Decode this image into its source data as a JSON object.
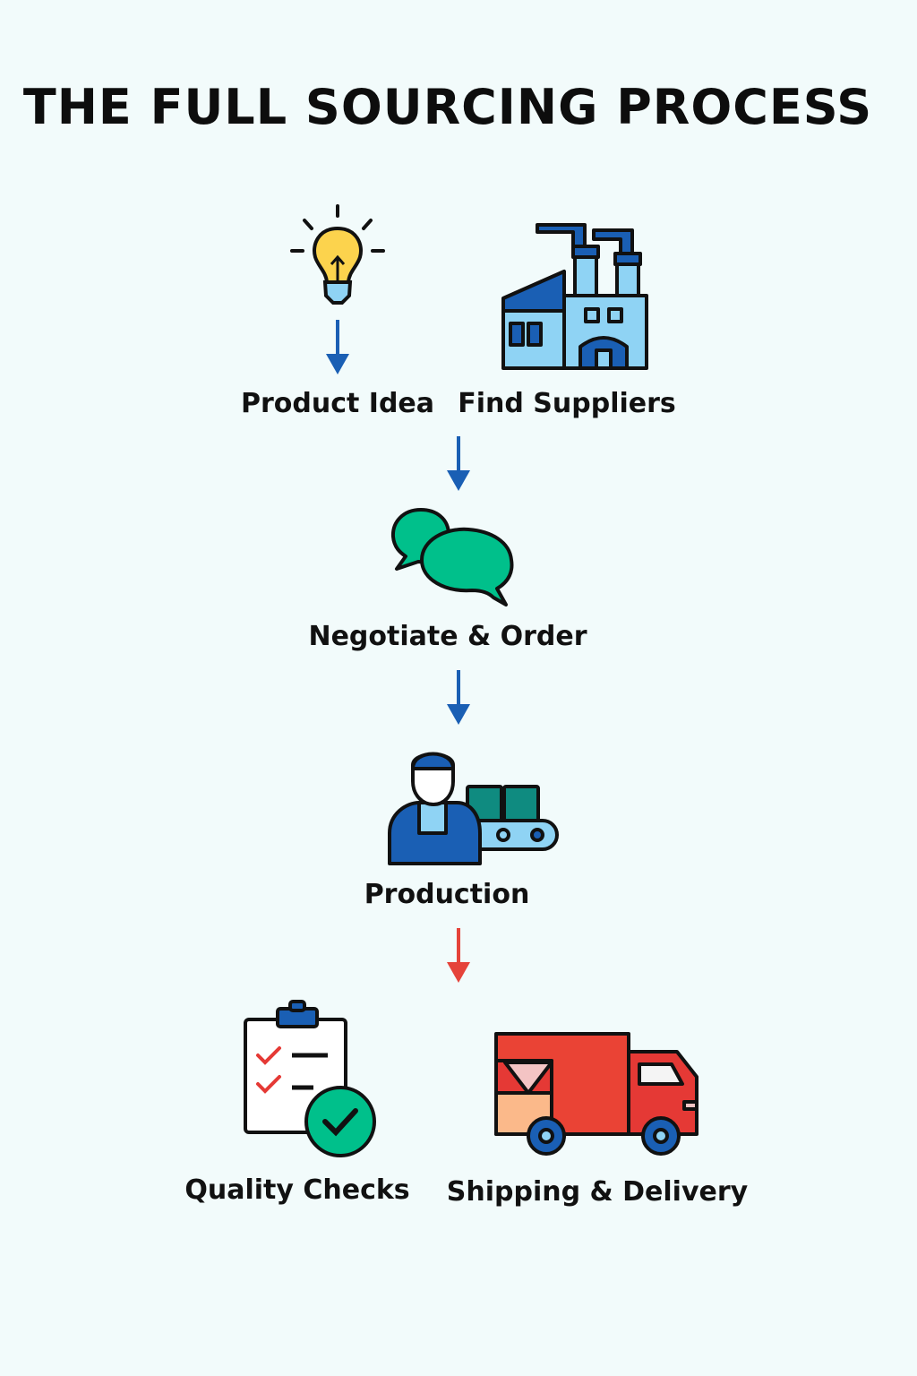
{
  "title": "THE FULL SOURCING PROCESS",
  "steps": [
    {
      "label": "Product Idea",
      "icon": "lightbulb-icon"
    },
    {
      "label": "Find Suppliers",
      "icon": "factory-icon"
    },
    {
      "label": "Negotiate & Order",
      "icon": "chat-bubbles-icon"
    },
    {
      "label": "Production",
      "icon": "worker-conveyor-icon"
    },
    {
      "label": "Quality Checks",
      "icon": "checklist-icon"
    },
    {
      "label": "Shipping & Delivery",
      "icon": "delivery-truck-icon"
    }
  ],
  "colors": {
    "background": "#f2fbfb",
    "arrow_blue": "#1a5fb4",
    "arrow_red": "#e5433a",
    "green": "#00c08b",
    "truck_red": "#ea4335"
  }
}
